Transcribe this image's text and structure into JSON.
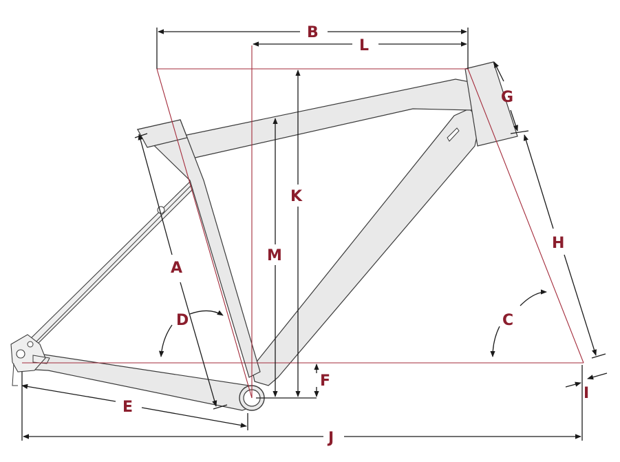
{
  "labels": {
    "A": "A",
    "B": "B",
    "C": "C",
    "D": "D",
    "E": "E",
    "F": "F",
    "G": "G",
    "H": "H",
    "I": "I",
    "J": "J",
    "K": "K",
    "L": "L",
    "M": "M"
  },
  "colors": {
    "label": "#8b1e2d",
    "geometry_line": "#a32a3a",
    "frame_fill": "#e9e9e9",
    "dimension_line": "#1a1a1a"
  }
}
